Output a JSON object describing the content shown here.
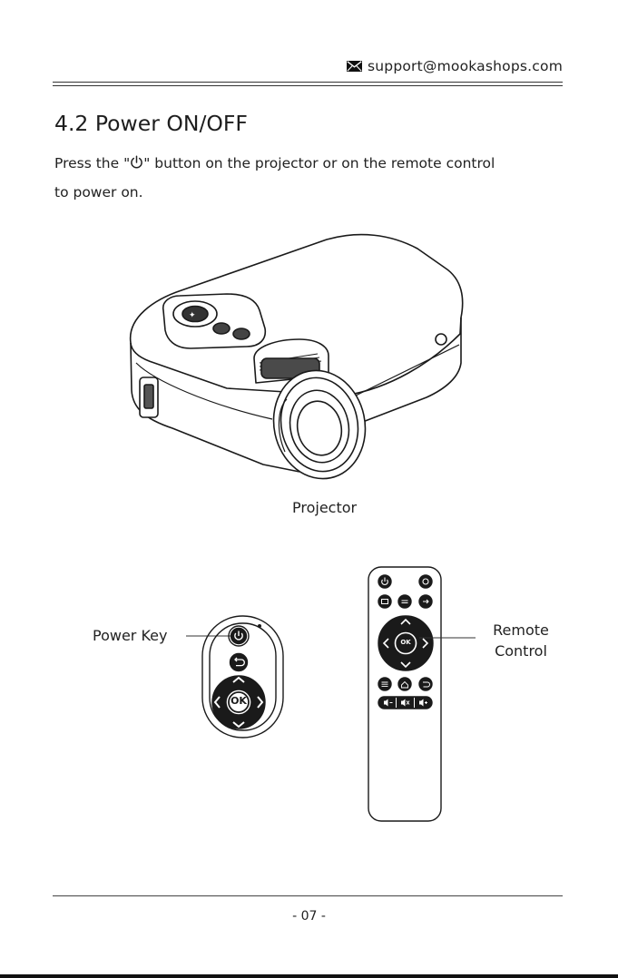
{
  "header": {
    "email": "support@mookashops.com",
    "email_icon": "envelope-icon"
  },
  "section": {
    "title": "4.2 Power ON/OFF",
    "body_before_icon": "Press the \"",
    "body_icon": "power-icon",
    "body_after_icon": "\" button on the projector or on the remote control",
    "body_line2": "to power on."
  },
  "figures": {
    "projector_label": "Projector",
    "power_key_label": "Power Key",
    "remote_label_line1": "Remote",
    "remote_label_line2": "Control",
    "ok_label": "OK"
  },
  "footer": {
    "page_number": "- 07 -"
  }
}
